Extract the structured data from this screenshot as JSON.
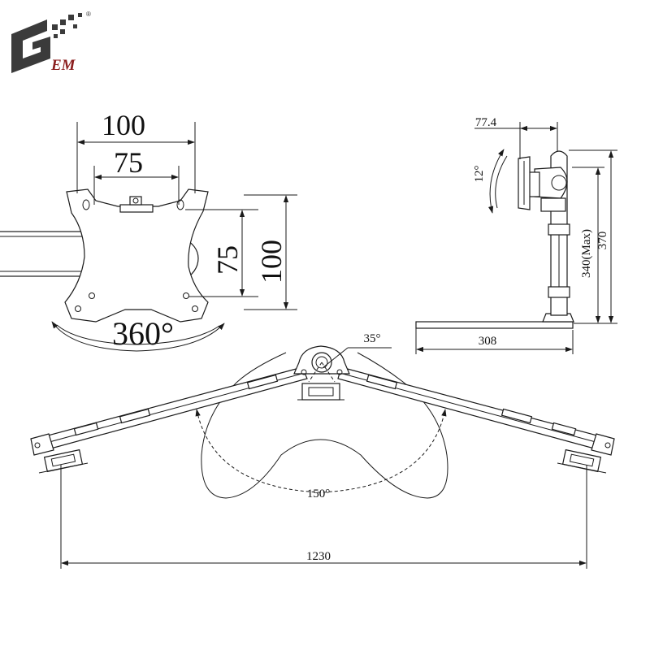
{
  "logo": {
    "text": "EM",
    "mark": "®"
  },
  "vesa": {
    "width_outer": "100",
    "width_inner": "75",
    "height_inner": "75",
    "height_outer": "100",
    "rotation": "360°"
  },
  "side_view": {
    "offset": "77.4",
    "tilt": "12°",
    "height_total": "370",
    "height_max": "340(Max)",
    "base_depth": "308"
  },
  "top_view": {
    "hub_angle": "35°",
    "spread_angle": "150°",
    "span": "1230"
  },
  "colors": {
    "line": "#1a1a1a",
    "logo_dark": "#3b3b3b",
    "logo_accent": "#8b1e1e"
  }
}
